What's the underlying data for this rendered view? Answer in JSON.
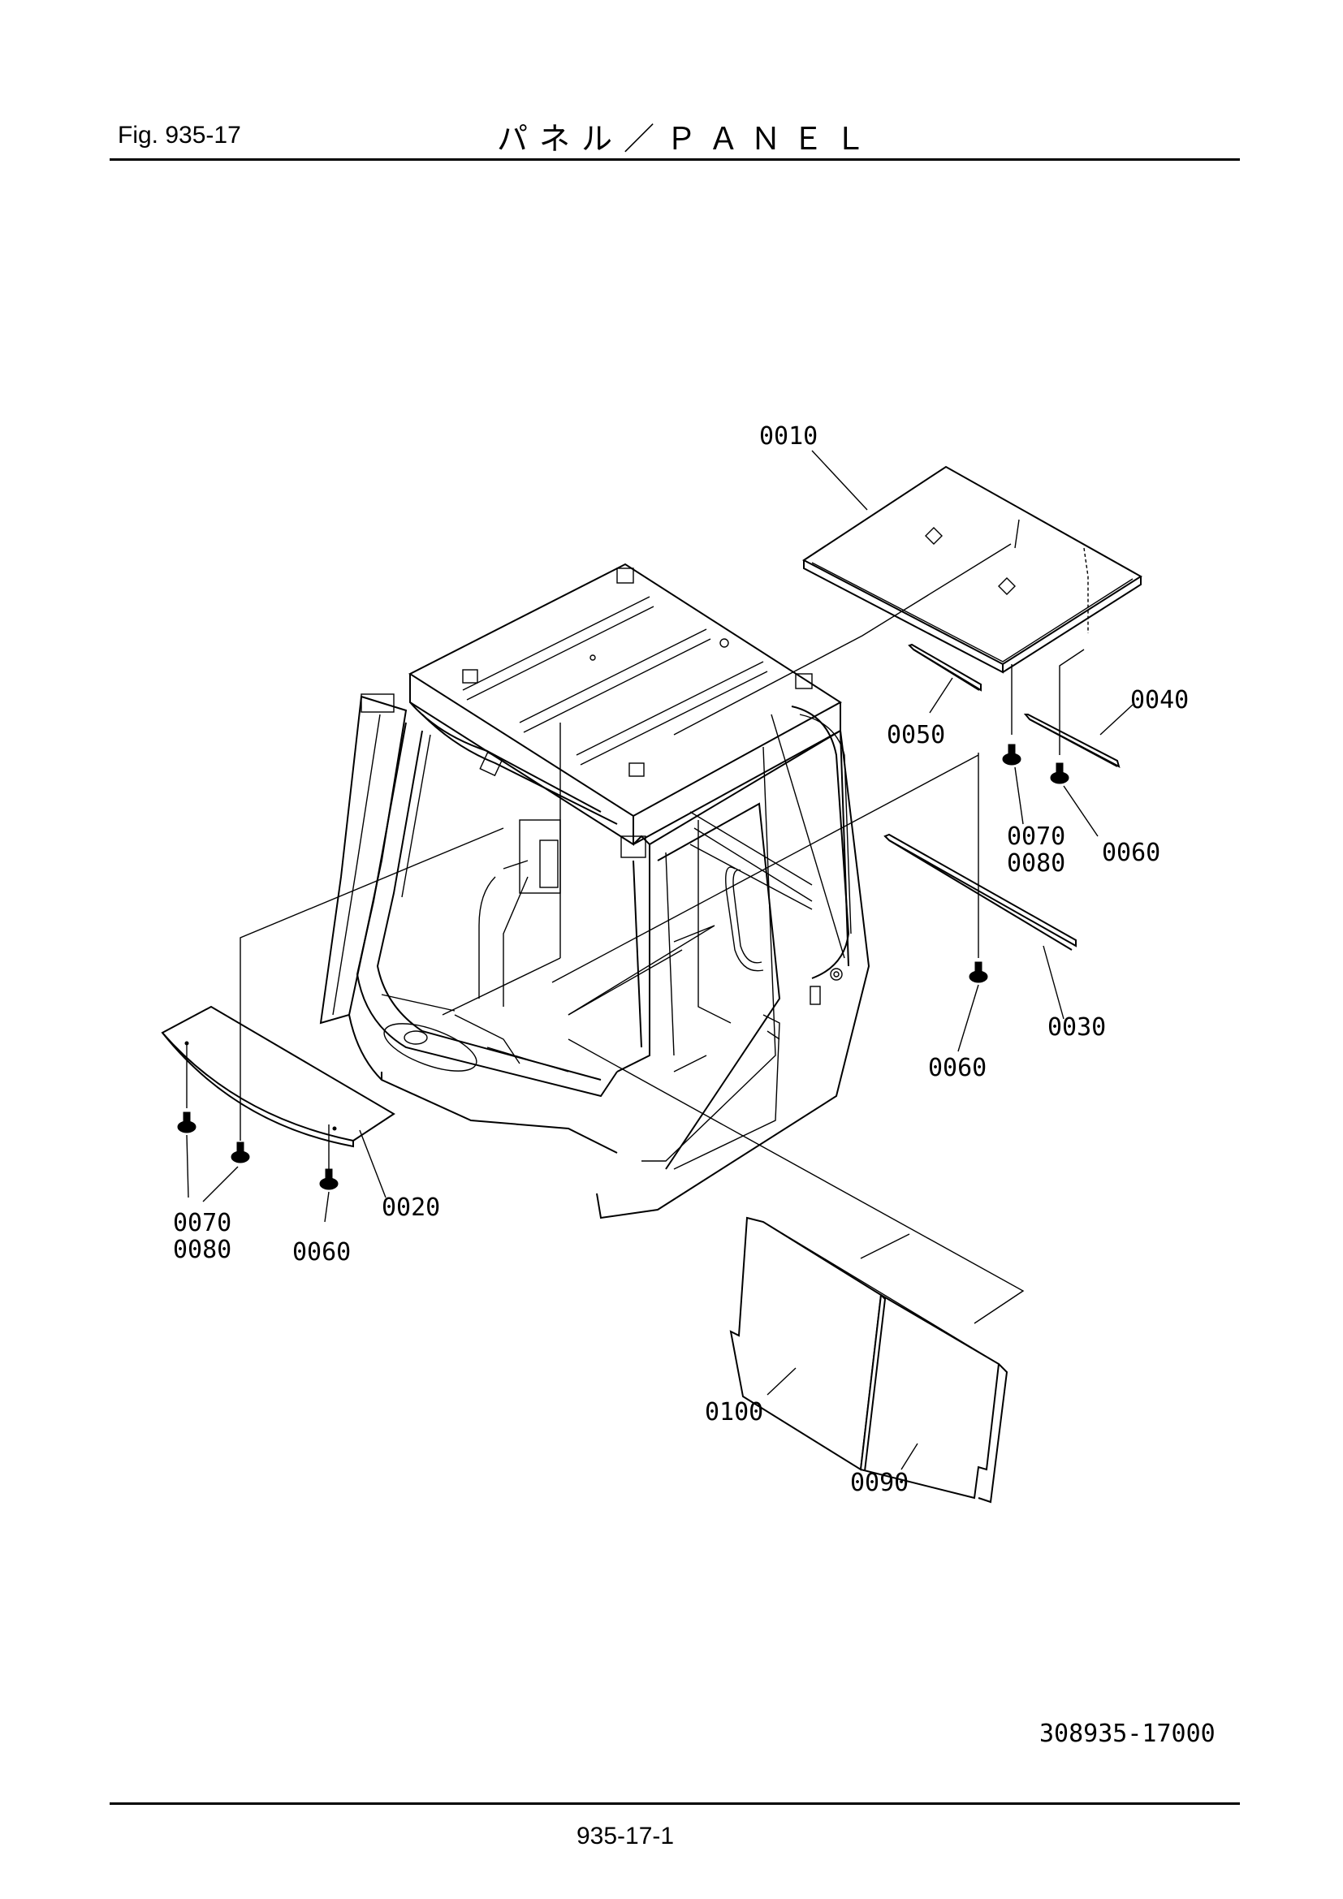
{
  "header": {
    "figure_ref": "Fig.  935-17",
    "title": "パネル／ＰＡＮＥＬ"
  },
  "footer": {
    "document_code": "308935-17000",
    "page_number": "935-17-1"
  },
  "callouts": {
    "c0010": "0010",
    "c0020": "0020",
    "c0030": "0030",
    "c0040": "0040",
    "c0050": "0050",
    "c0060_a": "0060",
    "c0060_b": "0060",
    "c0060_c": "0060",
    "c0070_a": "0070",
    "c0080_a": "0080",
    "c0070_b": "0070",
    "c0080_b": "0080",
    "c0090": "0090",
    "c0100": "0100"
  }
}
